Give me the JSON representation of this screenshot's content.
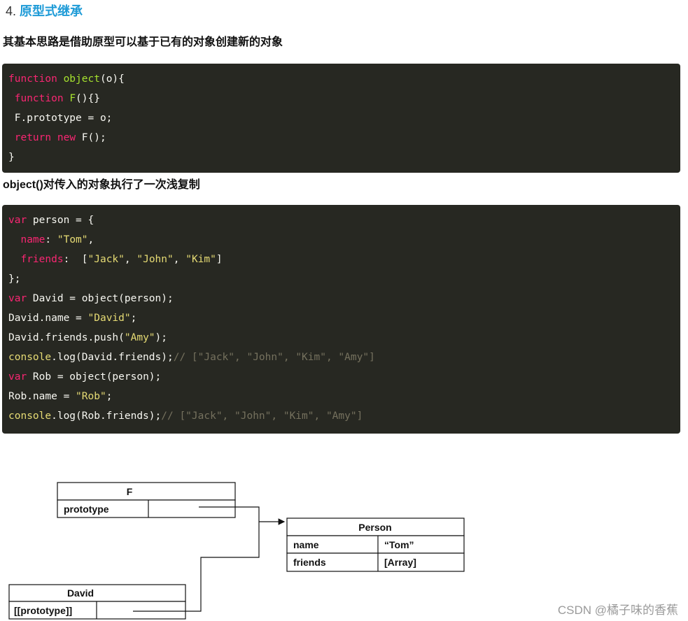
{
  "heading": {
    "number": "4. ",
    "title": "原型式继承"
  },
  "para1": "其基本思路是借助原型可以基于已有的对象创建新的对象",
  "code1": {
    "l1_kw": "function",
    "l1_name": "object",
    "l1_rest": "(o){",
    "l2_kw": "function",
    "l2_name": "F",
    "l2_rest": "(){}",
    "l3": " F.prototype = o;",
    "l4_kw1": "return",
    "l4_kw2": "new",
    "l4_rest": "F();",
    "l5": "}"
  },
  "para2": "object()对传入的对象执行了一次浅复制",
  "code2": {
    "l1_kw": "var",
    "l1_rest": " person = {",
    "l2_key": "name",
    "l2_sep": ": ",
    "l2_val": "\"Tom\"",
    "l2_end": ",",
    "l3_key": "friends",
    "l3_sep": ":  [",
    "l3_v1": "\"Jack\"",
    "l3_c1": ", ",
    "l3_v2": "\"John\"",
    "l3_c2": ", ",
    "l3_v3": "\"Kim\"",
    "l3_end": "]",
    "l4": "};",
    "l5_kw": "var",
    "l5_rest": " David = object(person);",
    "l6_pre": "David.name = ",
    "l6_str": "\"David\"",
    "l6_end": ";",
    "l7_pre": "David.friends.push(",
    "l7_str": "\"Amy\"",
    "l7_end": ");",
    "l8_fn": "console",
    "l8_rest": ".log(David.friends);",
    "l8_cm": "// [\"Jack\", \"John\", \"Kim\", \"Amy\"]",
    "l9_kw": "var",
    "l9_rest": " Rob = object(person);",
    "l10_pre": "Rob.name = ",
    "l10_str": "\"Rob\"",
    "l10_end": ";",
    "l11_fn": "console",
    "l11_rest": ".log(Rob.friends);",
    "l11_cm": "// [\"Jack\", \"John\", \"Kim\", \"Amy\"]"
  },
  "diagram": {
    "f_title": "F",
    "f_prop": "prototype",
    "person_title": "Person",
    "person_row1_key": "name",
    "person_row1_val": "“Tom”",
    "person_row2_key": "friends",
    "person_row2_val": "[Array]",
    "david_title": "David",
    "david_prop": "[[prototype]]"
  },
  "watermark": "CSDN @橘子味的香蕉"
}
